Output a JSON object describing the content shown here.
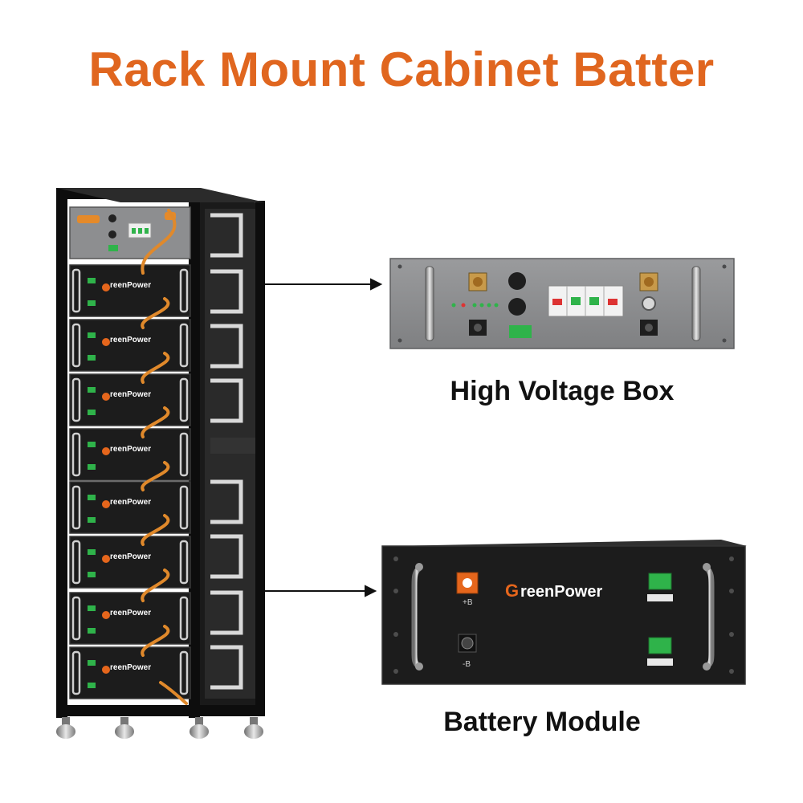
{
  "title": "Rack Mount Cabinet Batter",
  "labels": {
    "high_voltage_box": "High Voltage Box",
    "battery_module": "Battery Module"
  },
  "brand": {
    "name": "reenPower",
    "logo_letter": "G"
  },
  "terminals": {
    "positive": "+B",
    "negative": "-B"
  },
  "colors": {
    "title": "#e0661f",
    "brand_orange": "#e5661c",
    "cabinet_frame": "#111111",
    "module_body": "#1e1e1e",
    "hv_box_panel": "#8a8b8d",
    "connector_green": "#2fb34a"
  },
  "icons": [
    "arrow-right-icon",
    "handle-icon",
    "connector-icon",
    "breaker-icon",
    "cable-icon",
    "foot-icon"
  ]
}
